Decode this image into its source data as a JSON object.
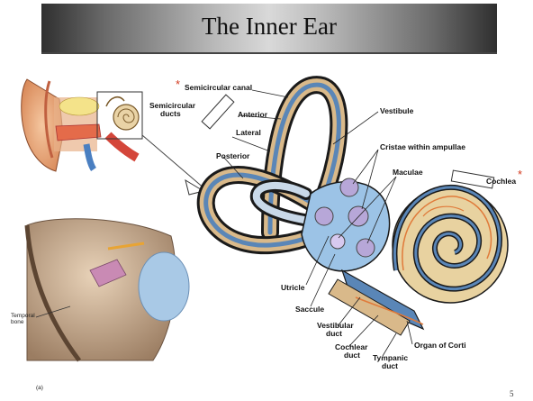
{
  "title": "The Inner Ear",
  "page_number": "5",
  "panel_label": "(a)",
  "labels": {
    "semicircular_canal": "Semicircular canal",
    "semicircular_ducts": "Semicircular ducts",
    "anterior": "Anterior",
    "lateral": "Lateral",
    "posterior": "Posterior",
    "vestibule": "Vestibule",
    "cristae": "Cristae within ampullae",
    "maculae": "Maculae",
    "cochlea": "Cochlea",
    "utricle": "Utricle",
    "saccule": "Saccule",
    "vestibular_duct": "Vestibular duct",
    "cochlear_duct": "Cochlear duct",
    "tympanic_duct": "Tympanic duct",
    "organ_of_corti": "Organ of Corti",
    "temporal_bone": "Temporal bone"
  },
  "markers": {
    "semicircular_canal_star": "*",
    "cochlea_star": "*"
  },
  "colors": {
    "star": "#d33a1f",
    "membrane": "#a9c9e6",
    "bone": "#d9b98a",
    "outline": "#1a1a1a"
  }
}
